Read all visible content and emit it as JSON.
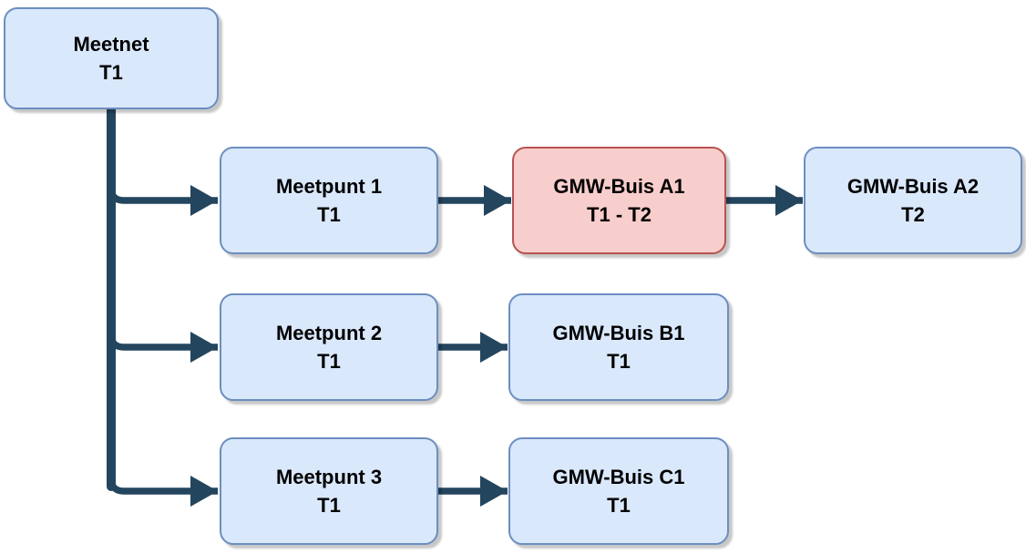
{
  "diagram": {
    "type": "flowchart",
    "background_color": "#ffffff",
    "colors": {
      "node_blue_fill": "#dae8fc",
      "node_blue_border": "#6c8ebf",
      "node_red_fill": "#f8cecc",
      "node_red_border": "#b85450",
      "connector": "#24455e",
      "text": "#000000"
    },
    "nodes": [
      {
        "id": "meetnet",
        "title": "Meetnet",
        "period": "T1",
        "style": "blue"
      },
      {
        "id": "meetpunt-1",
        "title": "Meetpunt 1",
        "period": "T1",
        "style": "blue"
      },
      {
        "id": "gmw-buis-a1",
        "title": "GMW-Buis A1",
        "period": "T1 - T2",
        "style": "red"
      },
      {
        "id": "gmw-buis-a2",
        "title": "GMW-Buis A2",
        "period": "T2",
        "style": "blue"
      },
      {
        "id": "meetpunt-2",
        "title": "Meetpunt 2",
        "period": "T1",
        "style": "blue"
      },
      {
        "id": "gmw-buis-b1",
        "title": "GMW-Buis B1",
        "period": "T1",
        "style": "blue"
      },
      {
        "id": "meetpunt-3",
        "title": "Meetpunt 3",
        "period": "T1",
        "style": "blue"
      },
      {
        "id": "gmw-buis-c1",
        "title": "GMW-Buis C1",
        "period": "T1",
        "style": "blue"
      }
    ],
    "edges": [
      {
        "from": "meetnet",
        "to": "meetpunt-1"
      },
      {
        "from": "meetnet",
        "to": "meetpunt-2"
      },
      {
        "from": "meetnet",
        "to": "meetpunt-3"
      },
      {
        "from": "meetpunt-1",
        "to": "gmw-buis-a1"
      },
      {
        "from": "gmw-buis-a1",
        "to": "gmw-buis-a2"
      },
      {
        "from": "meetpunt-2",
        "to": "gmw-buis-b1"
      },
      {
        "from": "meetpunt-3",
        "to": "gmw-buis-c1"
      }
    ]
  }
}
